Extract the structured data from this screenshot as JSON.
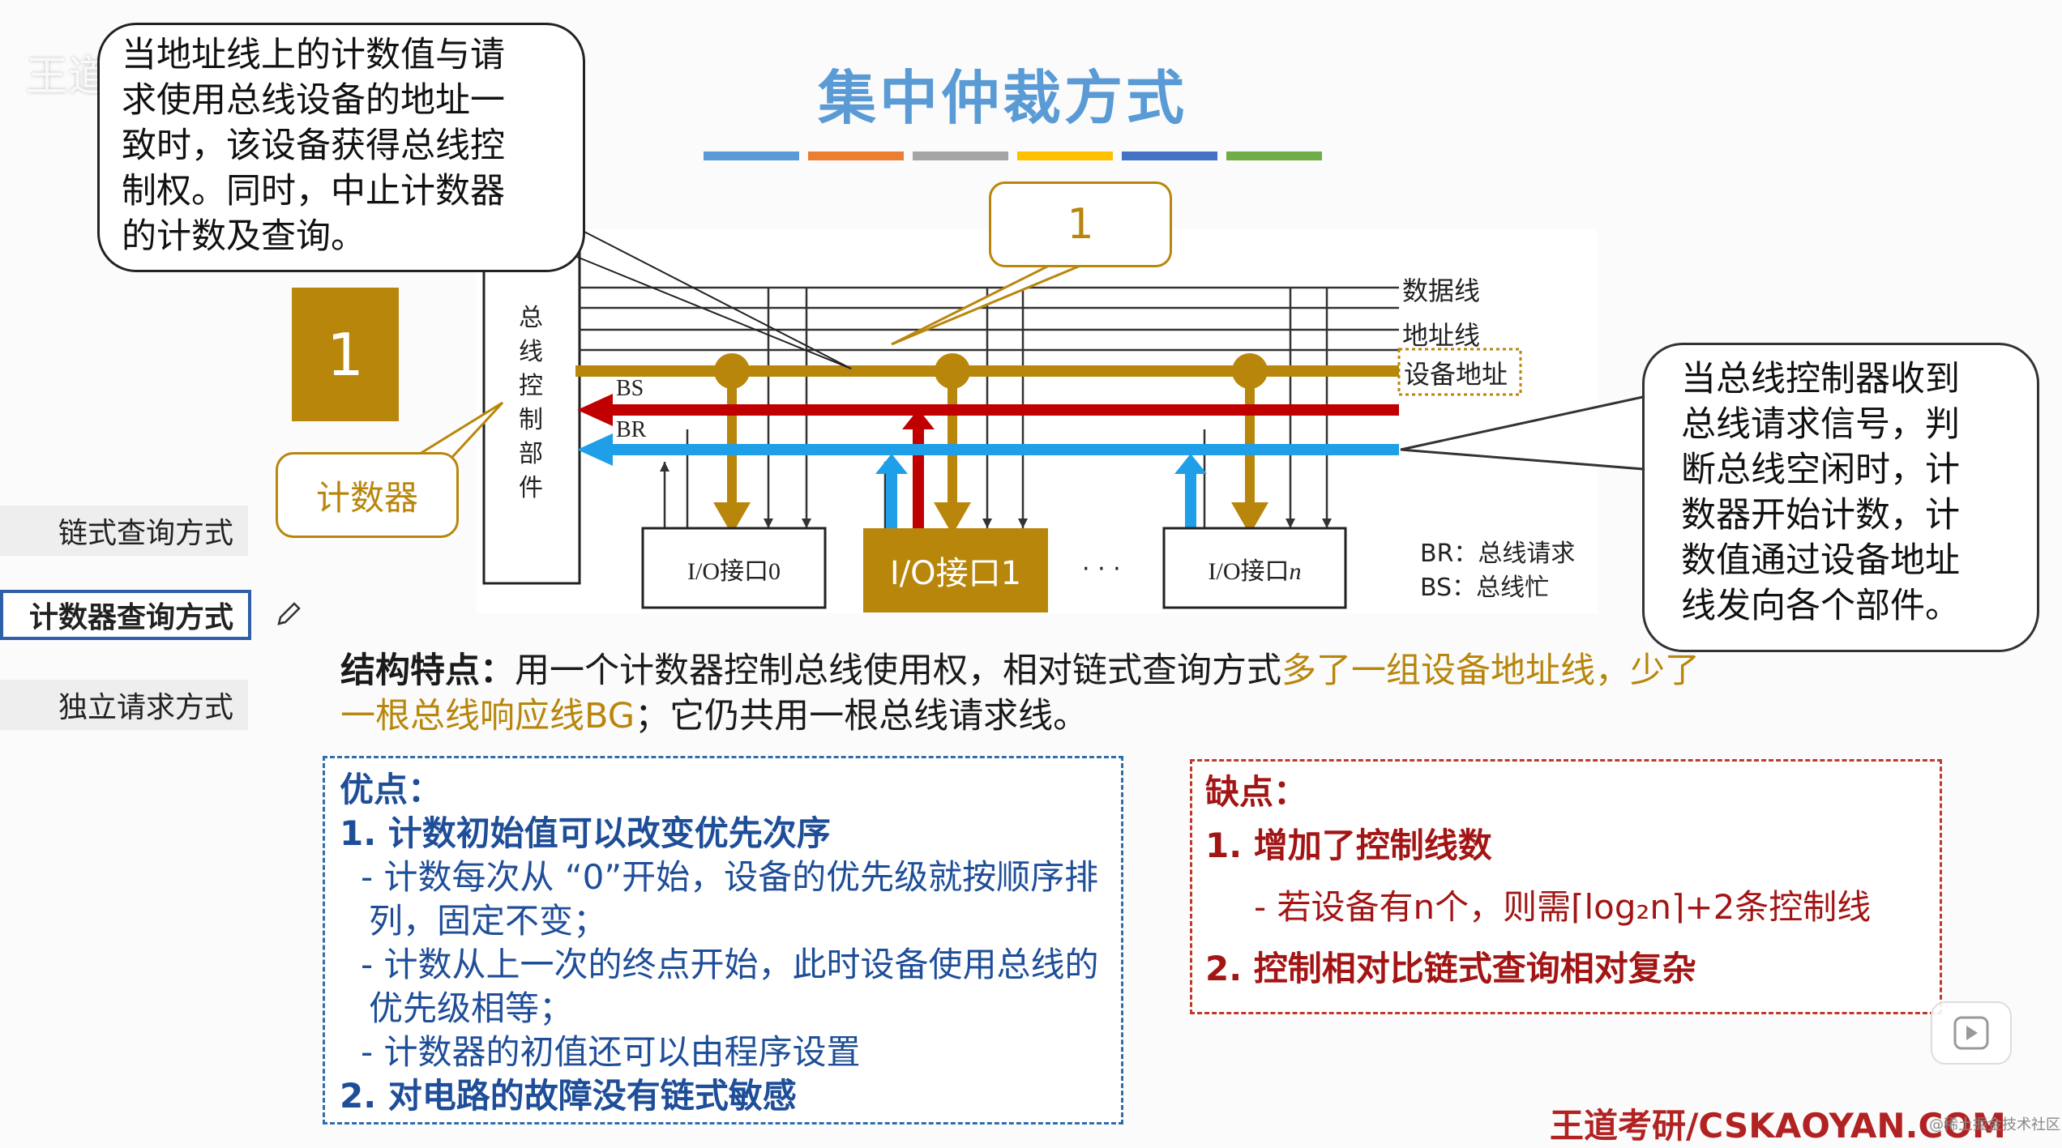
{
  "watermark": "王道计算机考研",
  "title": "集中仲裁方式",
  "color_bars": [
    "#5b9bd5",
    "#ed7d31",
    "#a5a5a5",
    "#ffc000",
    "#4472c4",
    "#70ad47"
  ],
  "sidebar": {
    "items": [
      {
        "label": "链式查询方式",
        "active": false
      },
      {
        "label": "计数器查询方式",
        "active": true
      },
      {
        "label": "独立请求方式",
        "active": false
      }
    ]
  },
  "callout_top": {
    "lines": [
      "当地址线上的计数值与请",
      "求使用总线设备的地址一",
      "致时，该设备获得总线控",
      "制权。同时，中止计数器",
      "的计数及查询。"
    ]
  },
  "callout_one": "1",
  "square_one": "1",
  "callout_counter": "计数器",
  "callout_right": {
    "lines": [
      "当总线控制器收到",
      "总线请求信号，判",
      "断总线空闲时，计",
      "数器开始计数，计",
      "数值通过设备地址",
      "线发向各个部件。"
    ]
  },
  "diagram": {
    "controller_chars": [
      "总",
      "线",
      "控",
      "制",
      "部",
      "件"
    ],
    "data_line": "数据线",
    "addr_line": "地址线",
    "device_addr": "设备地址",
    "bs": "BS",
    "br": "BR",
    "io0": "I/O接口0",
    "io1": "I/O接口1",
    "ellipsis": "· · ·",
    "ion": "I/O接口",
    "ion_n": "n",
    "legend_br": "BR：总线请求",
    "legend_bs": "BS：总线忙"
  },
  "structure": {
    "label": "结构特点：",
    "text1": "用一个计数器控制总线使用权，相对链式查询方式",
    "highlight": "多了一组设备地址线，少了一根总线响应线BG",
    "text2": "；它仍共用一根总线请求线。"
  },
  "advantages": {
    "title": "优点：",
    "item1": "1.   计数初始值可以改变优先次序",
    "sub1": "- 计数每次从 “0”开始，设备的优先级就按顺序排列，固定不变；",
    "sub2": "- 计数从上一次的终点开始，此时设备使用总线的优先级相等；",
    "sub3": "- 计数器的初值还可以由程序设置",
    "item2": "2.   对电路的故障没有链式敏感"
  },
  "disadvantages": {
    "title": "缺点：",
    "item1": "1.   增加了控制线数",
    "sub1": "- 若设备有n个，则需⌈log₂n⌉+2条控制线",
    "item2": "2.   控制相对比链式查询相对复杂"
  },
  "footer": "王道考研/CSKAOYAN.COM",
  "footer_mark": "@稀土掘金技术社区"
}
